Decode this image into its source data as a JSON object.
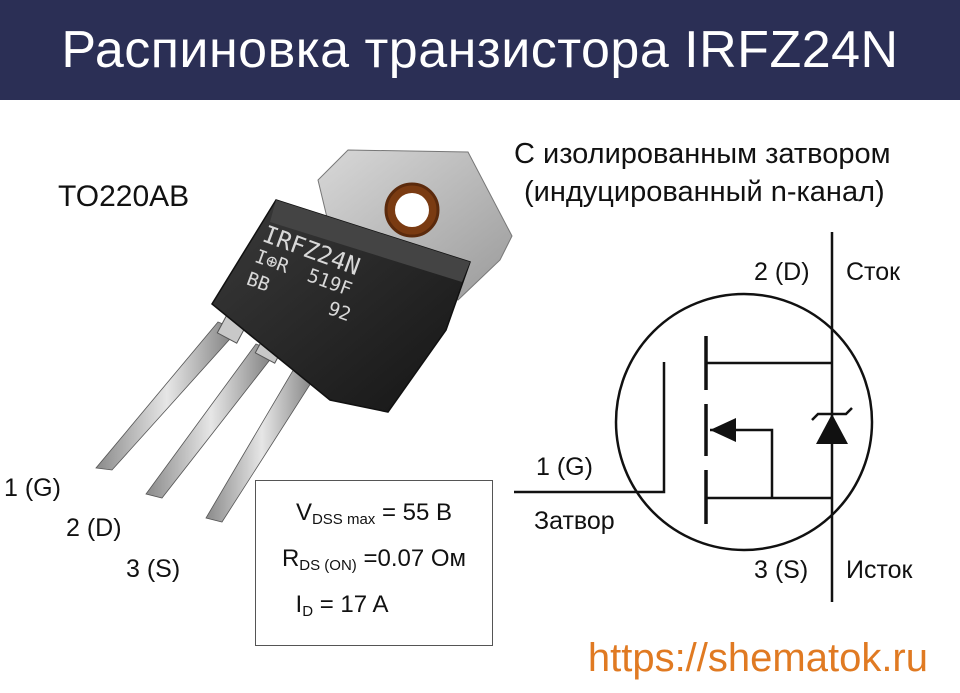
{
  "header": {
    "title": "Распиновка транзистора IRFZ24N"
  },
  "package": {
    "label": "TO220AB"
  },
  "chip_marking": {
    "line1": "IRFZ24N",
    "logo": "I⊕R",
    "code": "519F",
    "line3a": "BB",
    "line3b": "92"
  },
  "schematic": {
    "subtitle_line1": "С изолированным затвором",
    "subtitle_line2": "(индуцированный n-канал)",
    "drain_pin": "2 (D)",
    "drain_name": "Сток",
    "gate_pin": "1 (G)",
    "gate_name": "Затвор",
    "source_pin": "3 (S)",
    "source_name": "Исток"
  },
  "legs": {
    "pin1": "1 (G)",
    "pin2": "2 (D)",
    "pin3": "3 (S)"
  },
  "specs": {
    "vdss_symbol": "V",
    "vdss_sub": "DSS max",
    "vdss_value": " = 55 В",
    "rds_symbol": "R",
    "rds_sub": "DS (ON)",
    "rds_value": " =0.07 Ом",
    "id_symbol": "I",
    "id_sub": "D",
    "id_value": " = 17 A"
  },
  "footer": {
    "site": "https://shematok.ru"
  },
  "colors": {
    "banner": "#2b2f55",
    "site": "#e07a22",
    "chip_body": "#2a2a2a",
    "tab": "#b9b9b9"
  }
}
